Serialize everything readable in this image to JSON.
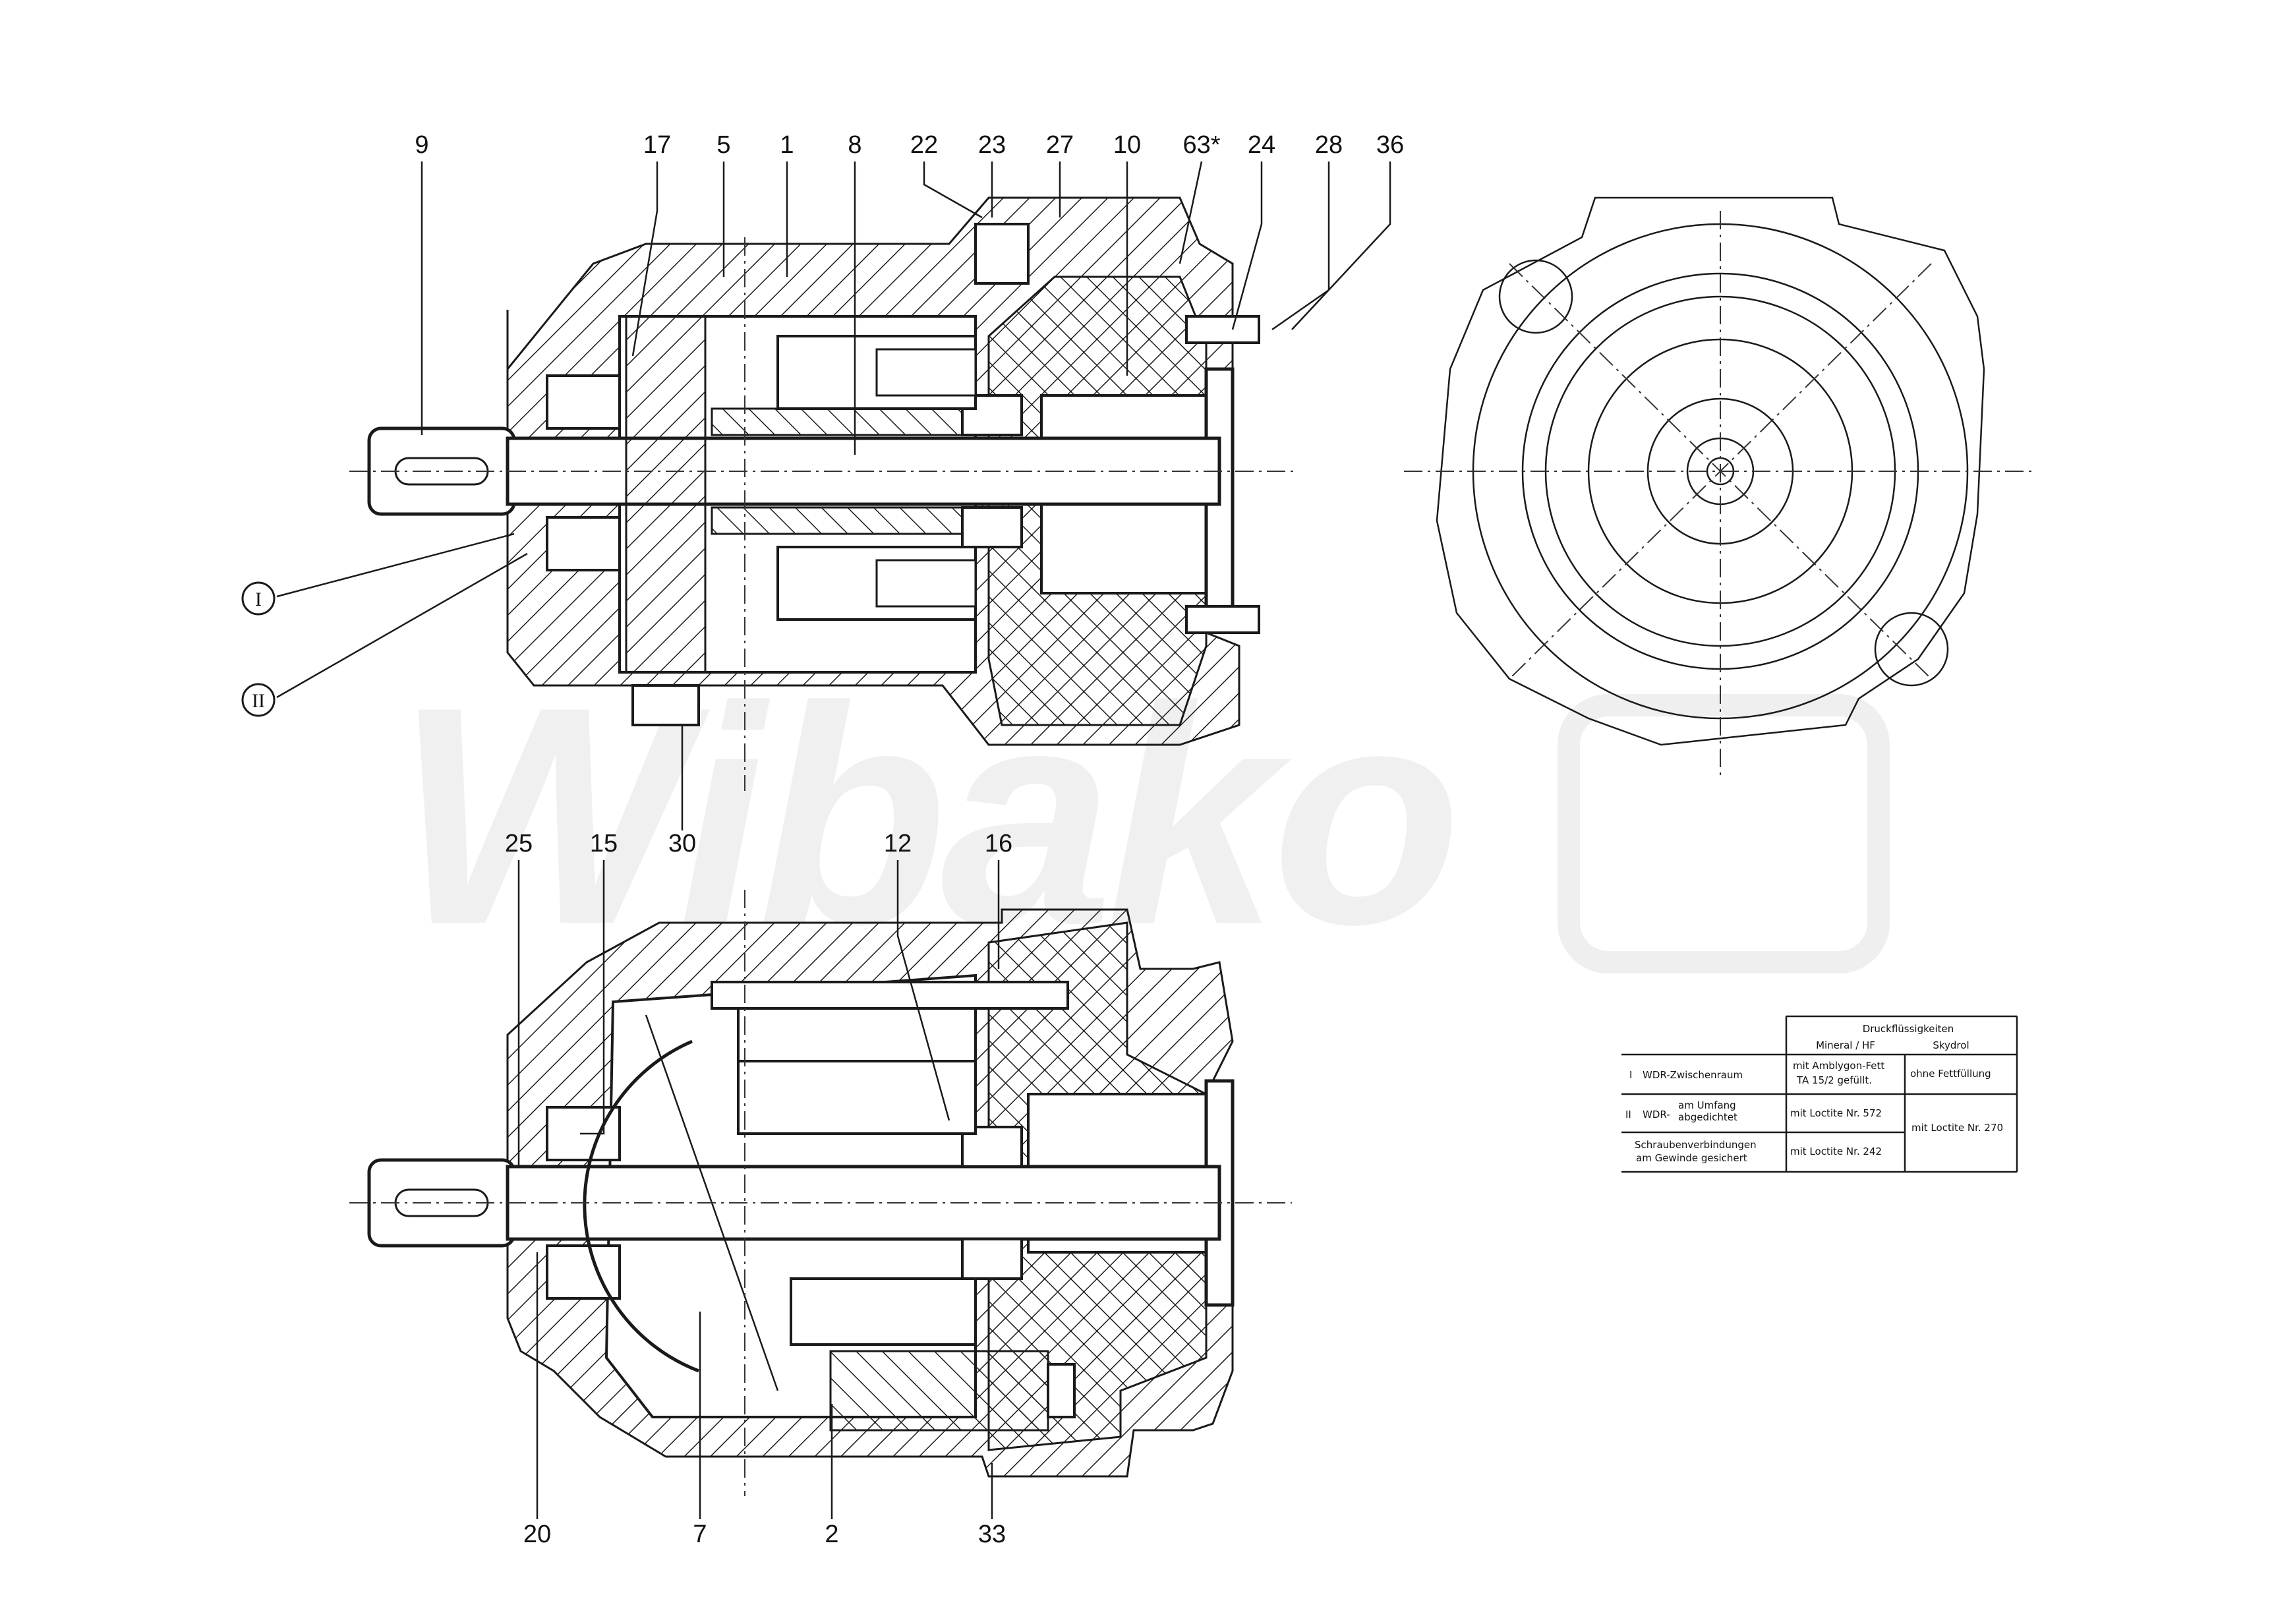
{
  "watermark": "Wibako",
  "callouts_top": [
    "9",
    "17",
    "5",
    "1",
    "8",
    "22",
    "23",
    "27",
    "10",
    "63*",
    "24",
    "28",
    "36"
  ],
  "callouts_top_bottom": [
    "30"
  ],
  "callouts_bottom_top": [
    "25",
    "15",
    "12",
    "16"
  ],
  "callouts_bottom_bottom": [
    "20",
    "7",
    "2",
    "33"
  ],
  "markers": [
    "I",
    "II"
  ],
  "table": {
    "header_group": "Druckflüssigkeiten",
    "col1_header": "Mineral / HF",
    "col2_header": "Skydrol",
    "rows": [
      {
        "mark": "I",
        "label": "WDR-Zwischenraum",
        "col1_line1": "mit  Amblygon-Fett",
        "col1_line2": "TA 15/2 gefüllt.",
        "col2": "ohne Fettfüllung"
      },
      {
        "mark": "II",
        "label_line1": "am Umfang",
        "label_prefix": "WDR-",
        "label_line2": "abgedichtet",
        "col1": "mit Loctite Nr. 572"
      },
      {
        "label_line1": "Schraubenverbindungen",
        "label_line2": "am Gewinde gesichert",
        "col1": "mit Loctite Nr. 242"
      }
    ],
    "merged_col2": "mit Loctite Nr. 270"
  }
}
